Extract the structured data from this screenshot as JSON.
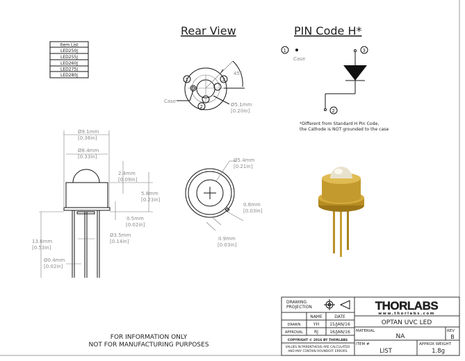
{
  "titles": {
    "rear_view": "Rear View",
    "pin_code": "PIN Code H*"
  },
  "item_list": {
    "header": "Item List",
    "items": [
      "LED250J",
      "LED255J",
      "LED260J",
      "LED275J",
      "LED280J"
    ]
  },
  "rear": {
    "case_label": "Case",
    "angle": "45°",
    "dia": "Ø5.1mm",
    "dia_in": "[0.20in]",
    "pins": [
      "1",
      "2",
      "3"
    ]
  },
  "pin_diagram": {
    "pin1": "1",
    "pin2": "2",
    "pin3": "3",
    "case_label": "Case",
    "note_line1": "*Different from Standard H Pin Code,",
    "note_line2": "the Cathode is NOT grounded to the case"
  },
  "side": {
    "d1": "Ø9.1mm",
    "d1_in": "[0.36in]",
    "d2": "Ø8.4mm",
    "d2_in": "[0.33in]",
    "h1": "2.4mm",
    "h1_in": "[0.09in]",
    "h2": "5.8mm",
    "h2_in": "[0.23in]",
    "h3": "0.5mm",
    "h3_in": "[0.02in]",
    "d3": "Ø3.5mm",
    "d3_in": "[0.14in]",
    "l1": "13.6mm",
    "l1_in": "[0.53in]",
    "d4": "Ø0.4mm",
    "d4_in": "[0.02in]"
  },
  "top": {
    "d": "Ø5.4mm",
    "d_in": "[0.21in]",
    "w1": "0.8mm",
    "w1_in": "[0.03in]",
    "w2": "0.9mm",
    "w2_in": "[0.03in]"
  },
  "footer_note": {
    "line1": "FOR INFORMATION ONLY",
    "line2": "NOT FOR MANUFACTURING PURPOSES"
  },
  "title_block": {
    "drawing_projection": "DRAWING PROJECTION",
    "name_hdr": "NAME",
    "date_hdr": "DATE",
    "drawn_label": "DRAWN",
    "drawn_name": "YH",
    "drawn_date": "15/JAN/16",
    "approval_label": "APPROVAL",
    "approval_name": "RJ",
    "approval_date": "16/JAN/16",
    "copyright": "COPYRIGHT © 2016 BY THORLABS",
    "values_note1": "VALUES IN PARENTHESIS ARE CALCULATED",
    "values_note2": "AND MAY CONTAIN ROUNDOFF ERRORS",
    "logo": "THORLABS",
    "website": "www.thorlabs.com",
    "title": "OPTAN UVC LED",
    "material_label": "MATERIAL",
    "material": "NA",
    "rev_label": "REV",
    "rev": "B",
    "item_label": "ITEM #",
    "item": "LIST",
    "weight_label": "APPROX WEIGHT",
    "weight": "1.8g"
  }
}
